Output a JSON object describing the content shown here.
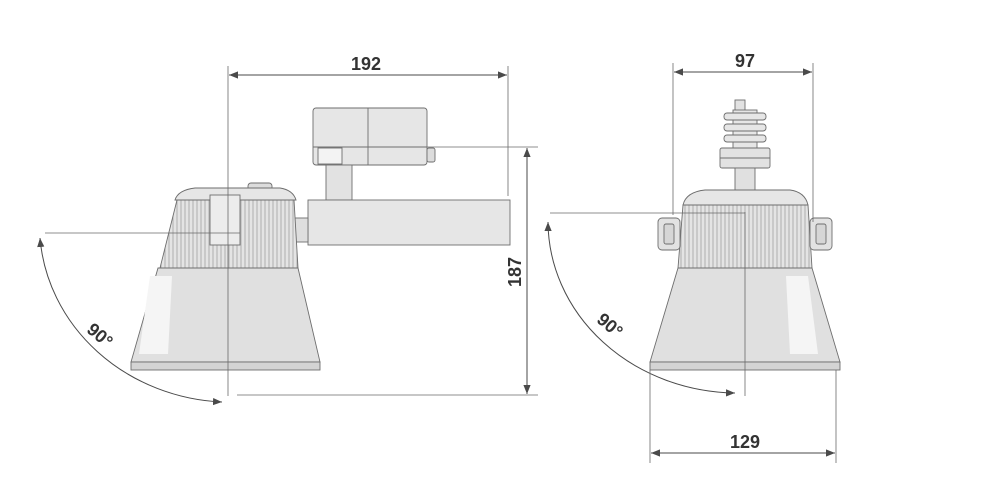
{
  "colors": {
    "body_fill": "#e2e2e2",
    "body_light": "#f4f4f4",
    "body_dark": "#d2d2d2",
    "line": "#4a4a4a",
    "text": "#333333"
  },
  "side_view": {
    "width_label": "192",
    "height_label": "187",
    "tilt_label": "90°"
  },
  "front_view": {
    "top_width_label": "97",
    "tilt_label": "90°",
    "bottom_width_label": "129"
  }
}
